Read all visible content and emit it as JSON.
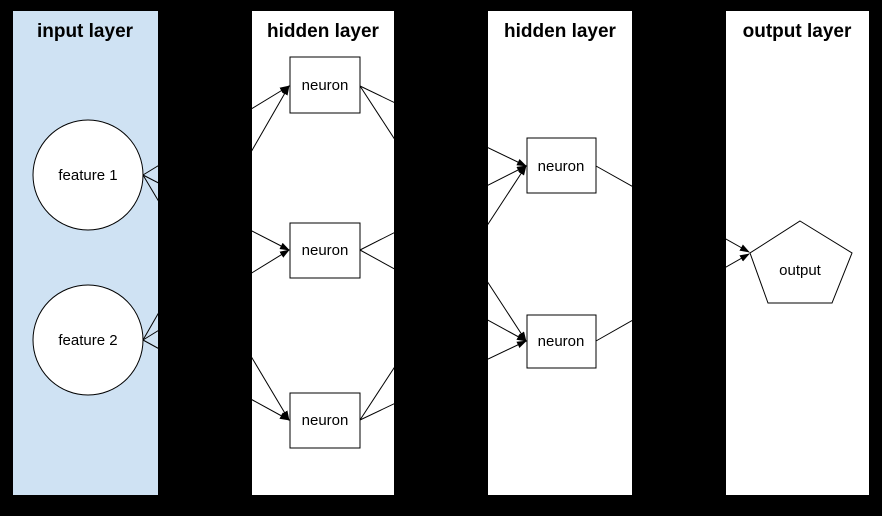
{
  "colors": {
    "background": "#000000",
    "input_panel_fill": "#cfe2f3",
    "panel_fill": "#ffffff",
    "node_fill": "#ffffff",
    "line_color": "#000000"
  },
  "layers": [
    {
      "title": "input layer",
      "nodes": [
        {
          "label": "feature 1",
          "shape": "circle"
        },
        {
          "label": "feature 2",
          "shape": "circle"
        }
      ]
    },
    {
      "title": "hidden layer",
      "nodes": [
        {
          "label": "neuron",
          "shape": "rectangle"
        },
        {
          "label": "neuron",
          "shape": "rectangle"
        },
        {
          "label": "neuron",
          "shape": "rectangle"
        }
      ]
    },
    {
      "title": "hidden layer",
      "nodes": [
        {
          "label": "neuron",
          "shape": "rectangle"
        },
        {
          "label": "neuron",
          "shape": "rectangle"
        }
      ]
    },
    {
      "title": "output layer",
      "nodes": [
        {
          "label": "output",
          "shape": "pentagon"
        }
      ]
    }
  ],
  "connections": [
    {
      "from": "input.feature-1",
      "to": "hidden-1.neuron-1"
    },
    {
      "from": "input.feature-1",
      "to": "hidden-1.neuron-2"
    },
    {
      "from": "input.feature-1",
      "to": "hidden-1.neuron-3"
    },
    {
      "from": "input.feature-2",
      "to": "hidden-1.neuron-1"
    },
    {
      "from": "input.feature-2",
      "to": "hidden-1.neuron-2"
    },
    {
      "from": "input.feature-2",
      "to": "hidden-1.neuron-3"
    },
    {
      "from": "hidden-1.neuron-1",
      "to": "hidden-2.neuron-1"
    },
    {
      "from": "hidden-1.neuron-1",
      "to": "hidden-2.neuron-2"
    },
    {
      "from": "hidden-1.neuron-2",
      "to": "hidden-2.neuron-1"
    },
    {
      "from": "hidden-1.neuron-2",
      "to": "hidden-2.neuron-2"
    },
    {
      "from": "hidden-1.neuron-3",
      "to": "hidden-2.neuron-1"
    },
    {
      "from": "hidden-1.neuron-3",
      "to": "hidden-2.neuron-2"
    },
    {
      "from": "hidden-2.neuron-1",
      "to": "output.output"
    },
    {
      "from": "hidden-2.neuron-2",
      "to": "output.output"
    }
  ]
}
